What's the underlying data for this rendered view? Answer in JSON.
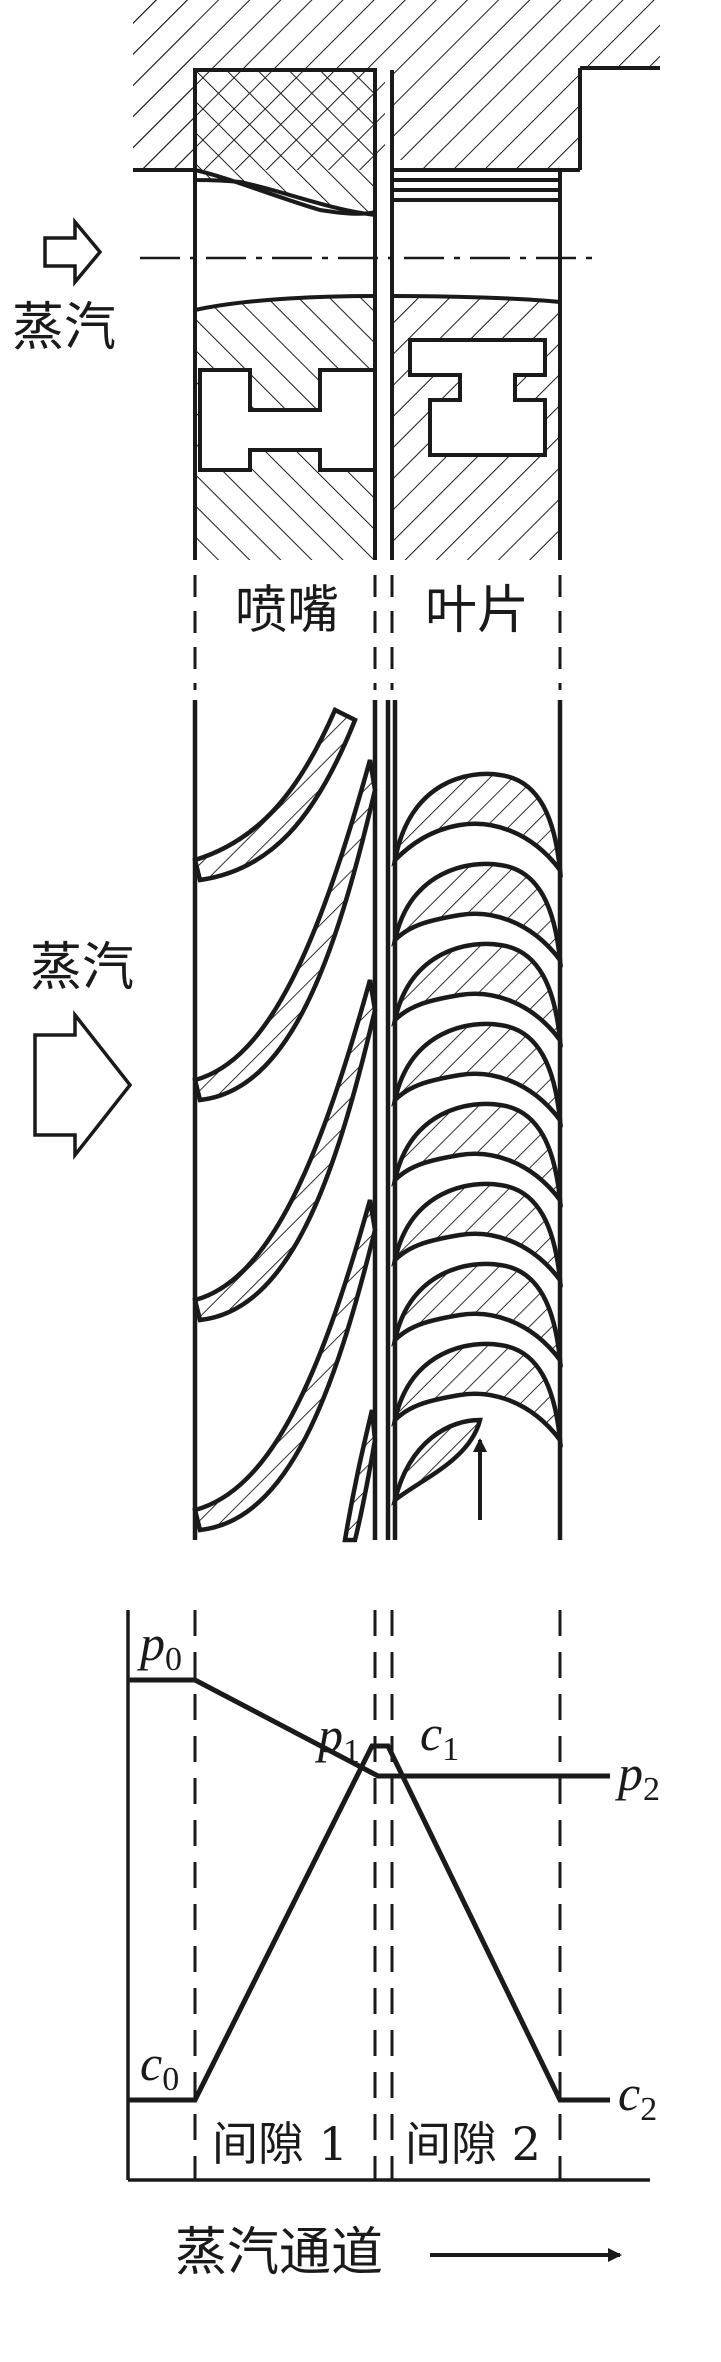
{
  "labels": {
    "steam_top": "蒸汽",
    "steam_middle": "蒸汽",
    "nozzle": "喷嘴",
    "blade": "叶片",
    "gap1": "间隙 1",
    "gap2": "间隙 2",
    "steam_passage": "蒸汽通道"
  },
  "symbols": {
    "p0": {
      "base": "p",
      "sub": "0"
    },
    "p1": {
      "base": "p",
      "sub": "1"
    },
    "p2": {
      "base": "p",
      "sub": "2"
    },
    "c0": {
      "base": "c",
      "sub": "0"
    },
    "c1": {
      "base": "c",
      "sub": "1"
    },
    "c2": {
      "base": "c",
      "sub": "2"
    }
  }
}
